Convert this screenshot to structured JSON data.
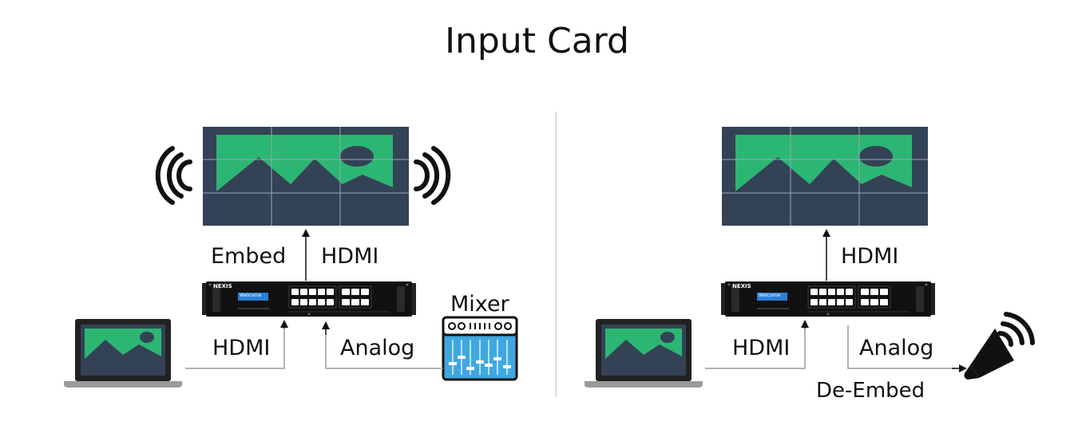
{
  "title": "Input Card",
  "left_panel": {
    "label_embed": "Embed",
    "label_hdmi_out": "HDMI",
    "label_hdmi_in": "HDMI",
    "label_analog": "Analog",
    "label_mixer": "Mixer"
  },
  "right_panel": {
    "label_hdmi_out": "HDMI",
    "label_hdmi_in": "HDMI",
    "label_analog": "Analog",
    "label_de_embed": "De-Embed"
  },
  "device": {
    "brand": "NEXIS",
    "screen_text": "Welcome"
  },
  "colors": {
    "screen_bg": "#344256",
    "landscape_green": "#2cb673",
    "grid_line": "#9aa7b8",
    "device_body": "#111111",
    "lcd_blue": "#2a7fd8",
    "mixer_blue": "#3fa8e0",
    "line_gray": "#9a9a9a"
  }
}
